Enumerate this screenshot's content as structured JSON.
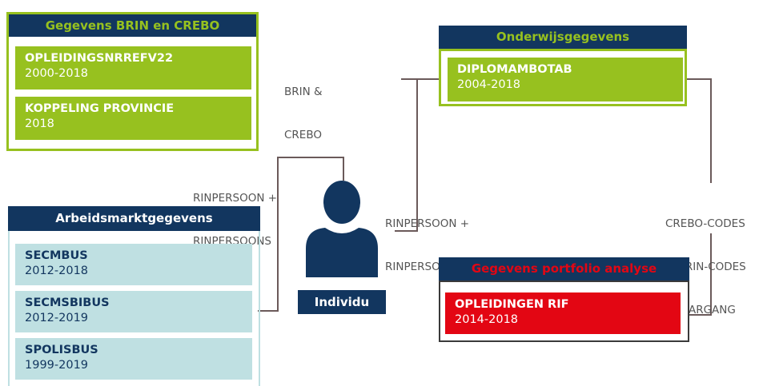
{
  "brin_crebo": {
    "header": "Gegevens BRIN en CREBO",
    "items": [
      {
        "title": "OPLEIDINGSNRREFV22",
        "years": "2000-2018"
      },
      {
        "title": "KOPPELING PROVINCIE",
        "years": "2018"
      }
    ]
  },
  "onderwijs": {
    "header": "Onderwijsgegevens",
    "items": [
      {
        "title": "DIPLOMAMBOTAB",
        "years": "2004-2018"
      }
    ]
  },
  "arbeidsmarkt": {
    "header": "Arbeidsmarktgegevens",
    "items": [
      {
        "title": "SECMBUS",
        "years": "2012-2018"
      },
      {
        "title": "SECMSBIBUS",
        "years": "2012-2019"
      },
      {
        "title": "SPOLISBUS",
        "years": "1999-2019"
      }
    ]
  },
  "portfolio": {
    "header": "Gegevens portfolio analyse",
    "items": [
      {
        "title": "OPLEIDINGEN RIF",
        "years": "2014-2018"
      }
    ]
  },
  "individu": {
    "label": "Individu"
  },
  "connectors": {
    "brin_crebo": [
      "BRIN &",
      "CREBO"
    ],
    "rin_left": [
      "RINPERSOON +",
      "RINPERSOONS"
    ],
    "rin_right": [
      "RINPERSOON +",
      "RINPERSOONS"
    ],
    "codes": [
      "CREBO-CODES",
      "+ BRIN-CODES",
      "+ JAARGANG"
    ]
  },
  "colors": {
    "navy": "#12365f",
    "green": "#97c11f",
    "light_blue": "#bfe0e2",
    "red": "#e30613"
  },
  "icons": {
    "person": "person-icon"
  }
}
